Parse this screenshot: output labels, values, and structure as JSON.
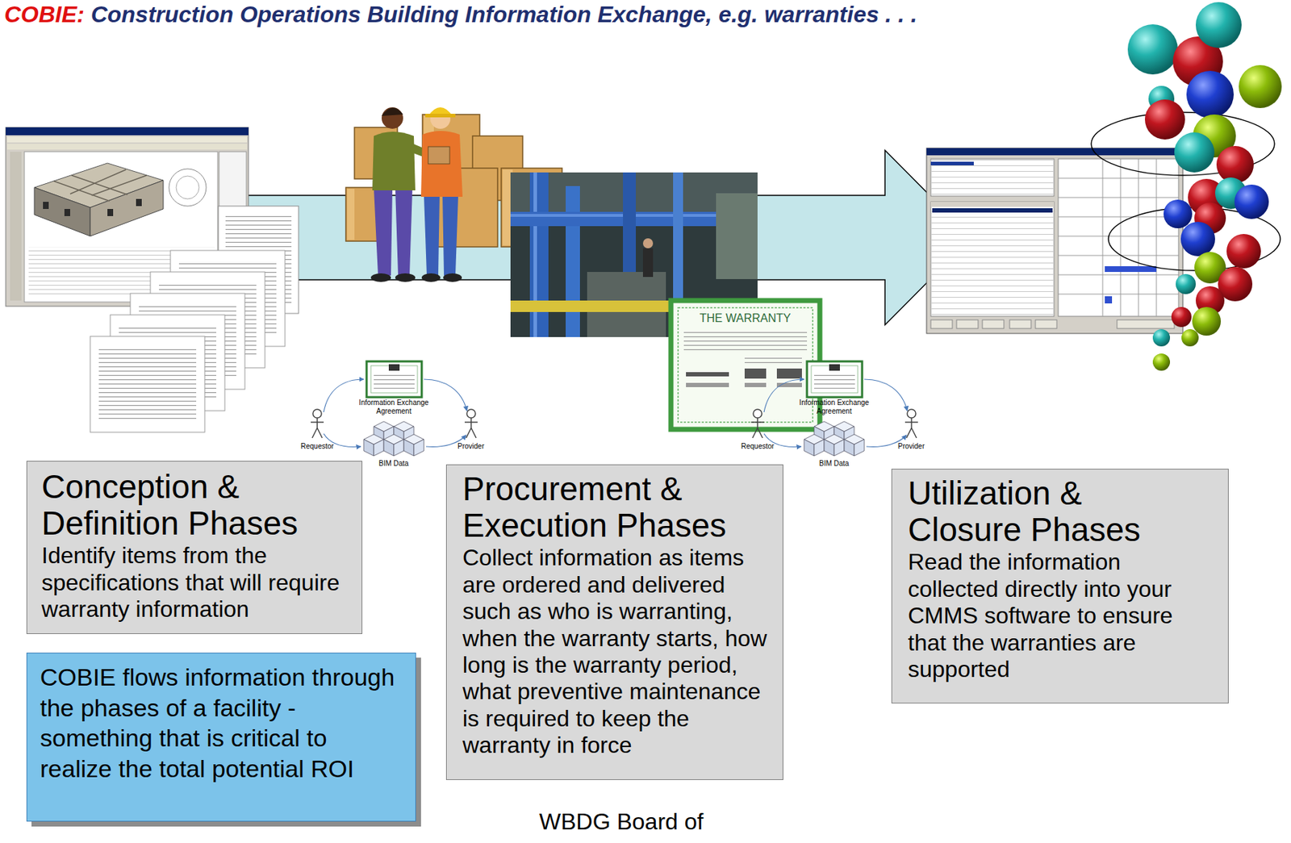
{
  "diagram": {
    "title": "COBIE: Construction Operations Building Information Exchange, e.g. warranties . . .",
    "nodes": [
      {
        "text": [
          "Conception & Definition Phases",
          "Identify items from the specifications that will require warranty information"
        ]
      },
      {
        "text": [
          "Procurement & Execution Phases",
          "Collect information as items are ordered and delivered such as who is warranting, when the warranty starts, how long is the warranty period, what preventive maintenance is required to keep the warranty in force"
        ]
      },
      {
        "text": [
          "Utilization & Closure Phases",
          "Read the information collected directly into your CMMS software to ensure that the warranties are supported"
        ]
      },
      {
        "text": [
          "COBIE flows information through the phases of a facility - something that is critical to realize the total potential ROI"
        ]
      }
    ],
    "labels": [
      "Requestor",
      "Information Exchange Agreement",
      "BIM Data",
      "Provider",
      "THE WARRANTY",
      "Requestor",
      "Information Exchange Agreement",
      "BIM Data",
      "Provider",
      "WBDG Board of"
    ]
  }
}
